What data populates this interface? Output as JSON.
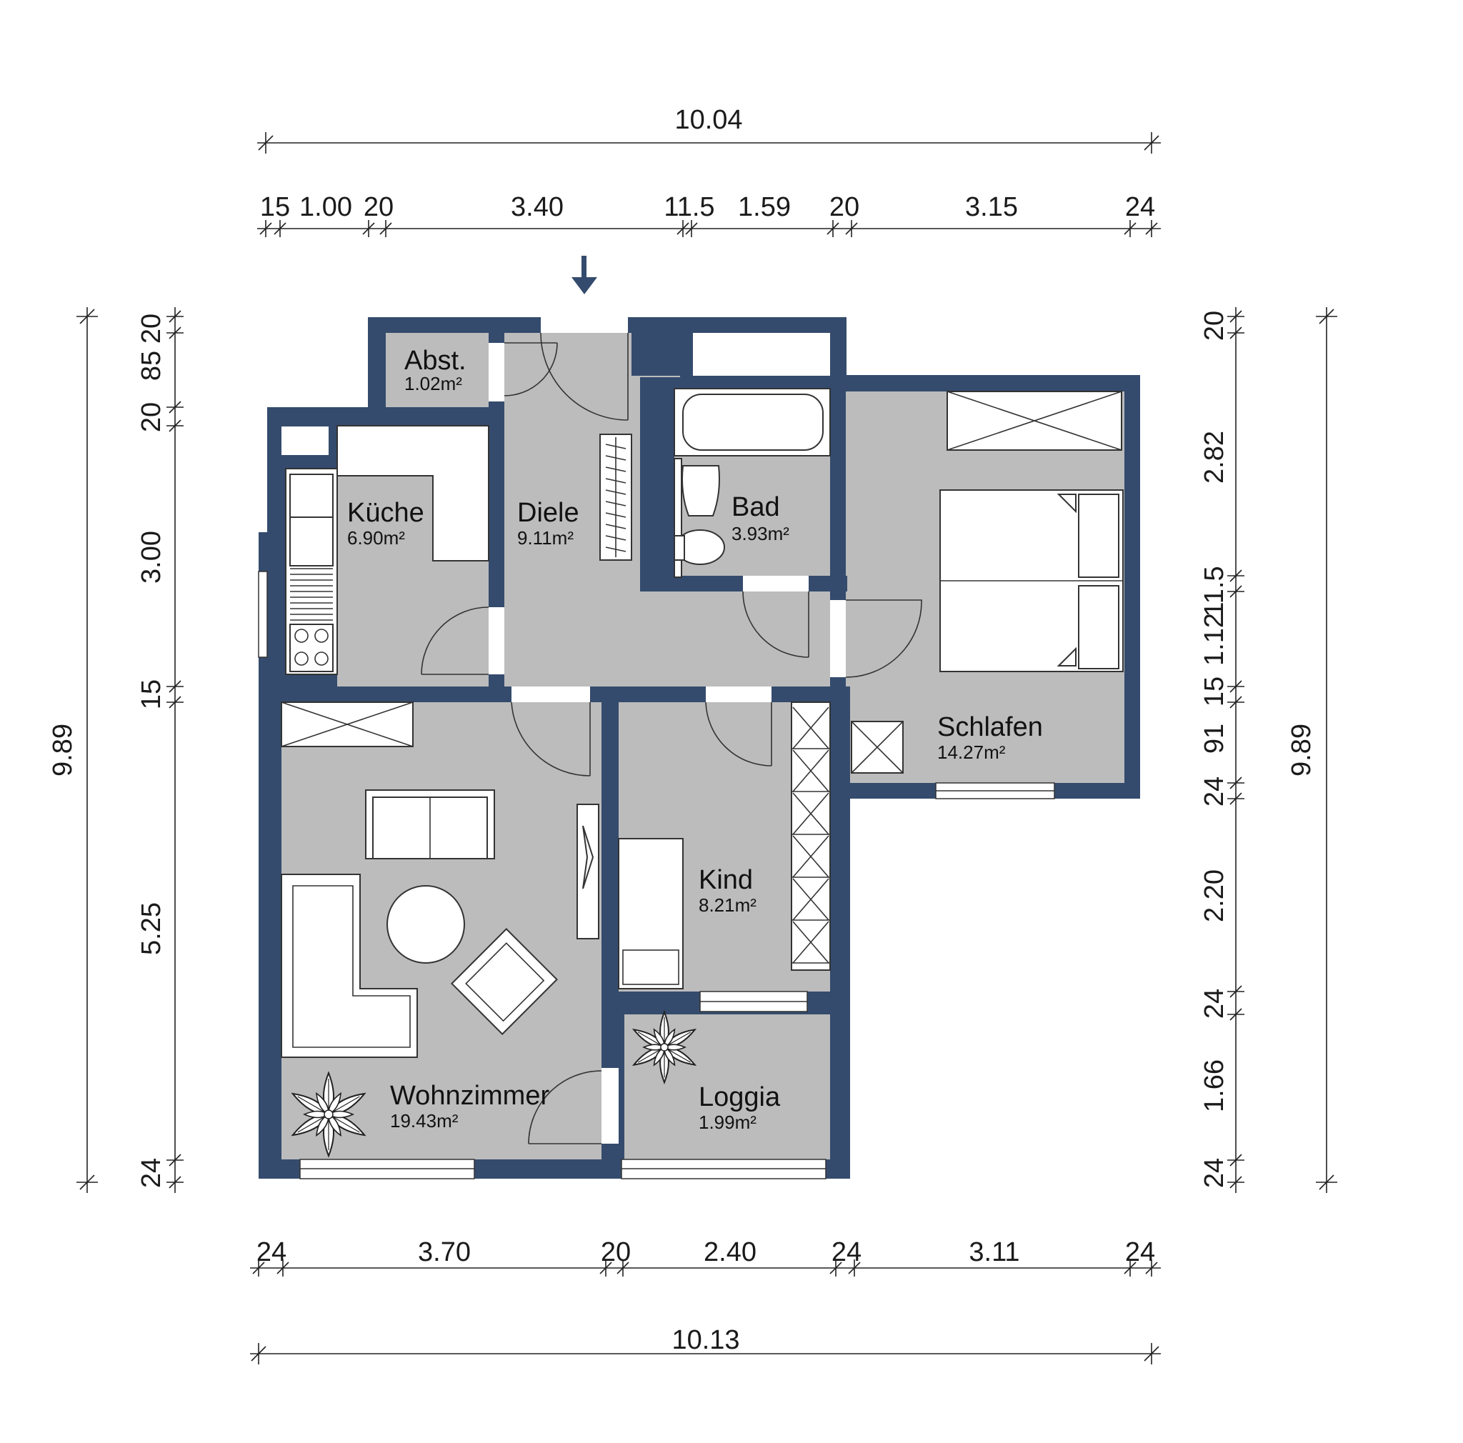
{
  "colors": {
    "wall": "#344b6d",
    "floor": "#bcbcbc",
    "background": "#ffffff"
  },
  "dimensions": {
    "top_total": "10.04",
    "top_segments": [
      "15",
      "1.00",
      "20",
      "3.40",
      "11.5",
      "1.59",
      "20",
      "3.15",
      "24"
    ],
    "bottom_segments": [
      "24",
      "3.70",
      "20",
      "2.40",
      "24",
      "3.11",
      "24"
    ],
    "bottom_total": "10.13",
    "left_total": "9.89",
    "left_segments": [
      "20",
      "85",
      "20",
      "3.00",
      "15",
      "5.25",
      "24"
    ],
    "right_total": "9.89",
    "right_segments": [
      "20",
      "2.82",
      "11.5",
      "1.12",
      "15",
      "91",
      "24",
      "2.20",
      "24",
      "1.66",
      "24"
    ]
  },
  "rooms": [
    {
      "name": "Abst.",
      "area": "1.02m²"
    },
    {
      "name": "Küche",
      "area": "6.90m²"
    },
    {
      "name": "Diele",
      "area": "9.11m²"
    },
    {
      "name": "Bad",
      "area": "3.93m²"
    },
    {
      "name": "Schlafen",
      "area": "14.27m²"
    },
    {
      "name": "Kind",
      "area": "8.21m²"
    },
    {
      "name": "Wohnzimmer",
      "area": "19.43m²"
    },
    {
      "name": "Loggia",
      "area": "1.99m²"
    }
  ],
  "icons": {
    "entrance": "arrow-down-icon",
    "plant": "plant-icon"
  }
}
